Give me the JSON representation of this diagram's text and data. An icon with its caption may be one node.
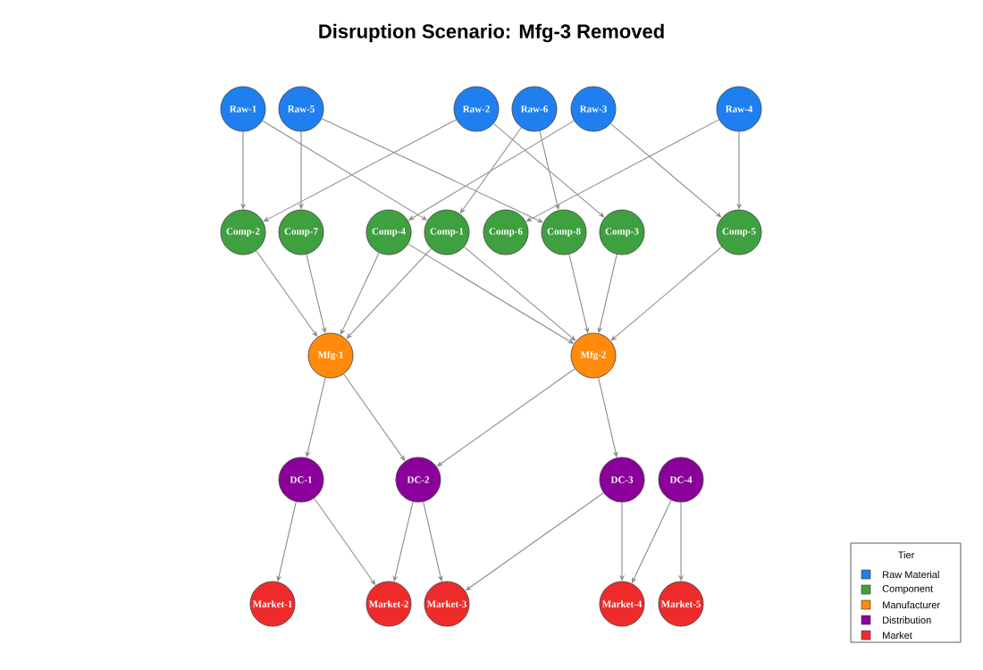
{
  "diagram": {
    "title": "Disruption Scenario: Mfg-3 Removed",
    "nodes": [
      {
        "text": [
          "Raw-1"
        ]
      },
      {
        "text": [
          "Raw-5"
        ]
      },
      {
        "text": [
          "Raw-2"
        ]
      },
      {
        "text": [
          "Raw-6"
        ]
      },
      {
        "text": [
          "Raw-3"
        ]
      },
      {
        "text": [
          "Raw-4"
        ]
      },
      {
        "text": [
          "Comp-2"
        ]
      },
      {
        "text": [
          "Comp-7"
        ]
      },
      {
        "text": [
          "Comp-4"
        ]
      },
      {
        "text": [
          "Comp-1"
        ]
      },
      {
        "text": [
          "Comp-6"
        ]
      },
      {
        "text": [
          "Comp-8"
        ]
      },
      {
        "text": [
          "Comp-3"
        ]
      },
      {
        "text": [
          "Comp-5"
        ]
      },
      {
        "text": [
          "Mfg-1"
        ]
      },
      {
        "text": [
          "Mfg-2"
        ]
      },
      {
        "text": [
          "DC-1"
        ]
      },
      {
        "text": [
          "DC-2"
        ]
      },
      {
        "text": [
          "DC-3"
        ]
      },
      {
        "text": [
          "DC-4"
        ]
      },
      {
        "text": [
          "Market-1"
        ]
      },
      {
        "text": [
          "Market-2"
        ]
      },
      {
        "text": [
          "Market-3"
        ]
      },
      {
        "text": [
          "Market-4"
        ]
      },
      {
        "text": [
          "Market-5"
        ]
      }
    ],
    "edges": [
      {
        "from": 0,
        "to": 6,
        "arrow": "to"
      },
      {
        "from": 0,
        "to": 9,
        "arrow": "to"
      },
      {
        "from": 1,
        "to": 7,
        "arrow": "to"
      },
      {
        "from": 1,
        "to": 11,
        "arrow": "to"
      },
      {
        "from": 2,
        "to": 6,
        "arrow": "to"
      },
      {
        "from": 2,
        "to": 12,
        "arrow": "to"
      },
      {
        "from": 3,
        "to": 9,
        "arrow": "to"
      },
      {
        "from": 3,
        "to": 11,
        "arrow": "to"
      },
      {
        "from": 4,
        "to": 8,
        "arrow": "to"
      },
      {
        "from": 4,
        "to": 13,
        "arrow": "to"
      },
      {
        "from": 5,
        "to": 10,
        "arrow": "to"
      },
      {
        "from": 5,
        "to": 13,
        "arrow": "to"
      },
      {
        "from": 6,
        "to": 14,
        "arrow": "to"
      },
      {
        "from": 7,
        "to": 14,
        "arrow": "to"
      },
      {
        "from": 8,
        "to": 14,
        "arrow": "to"
      },
      {
        "from": 9,
        "to": 14,
        "arrow": "to"
      },
      {
        "from": 8,
        "to": 15,
        "arrow": "to"
      },
      {
        "from": 9,
        "to": 15,
        "arrow": "to"
      },
      {
        "from": 11,
        "to": 15,
        "arrow": "to"
      },
      {
        "from": 12,
        "to": 15,
        "arrow": "to"
      },
      {
        "from": 13,
        "to": 15,
        "arrow": "to"
      },
      {
        "from": 14,
        "to": 16,
        "arrow": "to"
      },
      {
        "from": 14,
        "to": 17,
        "arrow": "to"
      },
      {
        "from": 15,
        "to": 17,
        "arrow": "to"
      },
      {
        "from": 15,
        "to": 18,
        "arrow": "to"
      },
      {
        "from": 16,
        "to": 20,
        "arrow": "to"
      },
      {
        "from": 16,
        "to": 21,
        "arrow": "to"
      },
      {
        "from": 17,
        "to": 21,
        "arrow": "to"
      },
      {
        "from": 17,
        "to": 22,
        "arrow": "to"
      },
      {
        "from": 18,
        "to": 22,
        "arrow": "to"
      },
      {
        "from": 18,
        "to": 23,
        "arrow": "to"
      },
      {
        "from": 19,
        "to": 23,
        "arrow": "to"
      },
      {
        "from": 19,
        "to": 24,
        "arrow": "to"
      }
    ],
    "labels": [
      "Tier"
    ],
    "legend": [
      {
        "text": "Raw Material",
        "color": "#1f7fef"
      },
      {
        "text": "Component",
        "color": "#3fa03f"
      },
      {
        "text": "Manufacturer",
        "color": "#ff8a0c"
      },
      {
        "text": "Distribution",
        "color": "#8b009b"
      },
      {
        "text": "Market",
        "color": "#ee2b2b"
      }
    ]
  }
}
